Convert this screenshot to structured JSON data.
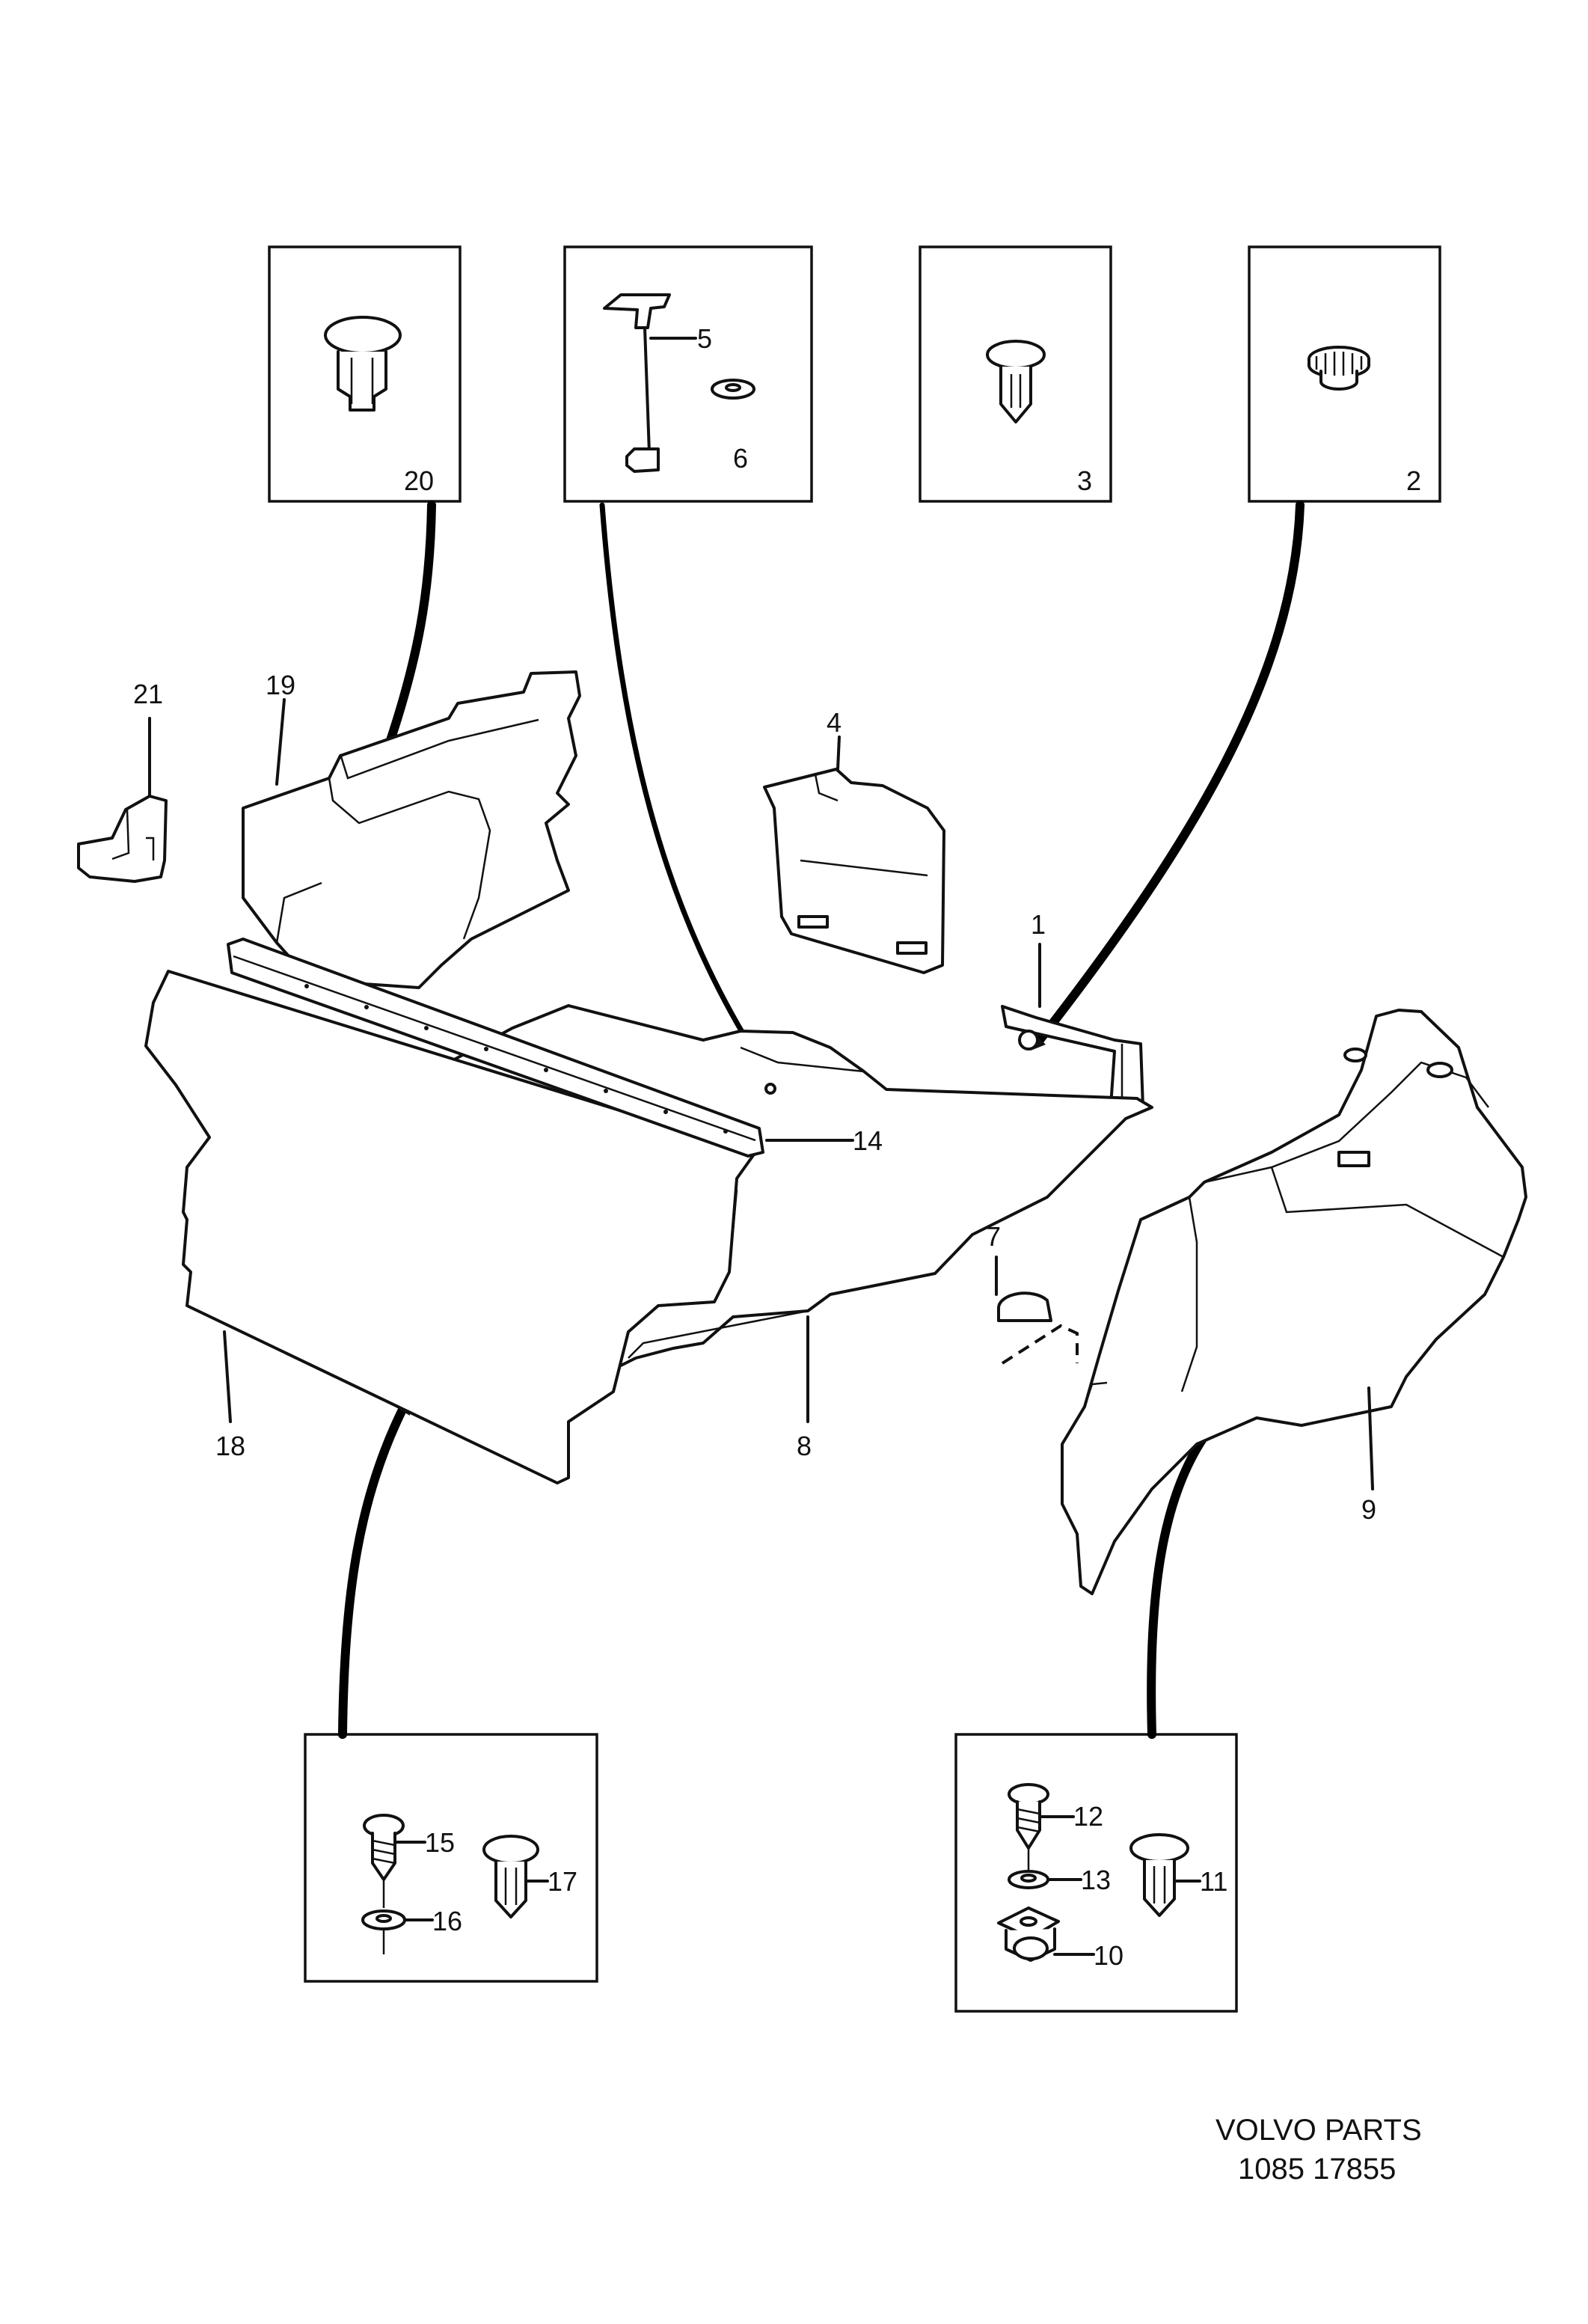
{
  "diagram": {
    "footer": {
      "line1": "VOLVO PARTS",
      "line2": "1085  17855"
    },
    "callouts": {
      "n1": "1",
      "n2": "2",
      "n3": "3",
      "n4": "4",
      "n5": "5",
      "n6": "6",
      "n7": "7",
      "n8": "8",
      "n9": "9",
      "n10": "10",
      "n11": "11",
      "n12": "12",
      "n13": "13",
      "n14": "14",
      "n15": "15",
      "n16": "16",
      "n17": "17",
      "n18": "18",
      "n19": "19",
      "n20": "20",
      "n21": "21"
    }
  }
}
